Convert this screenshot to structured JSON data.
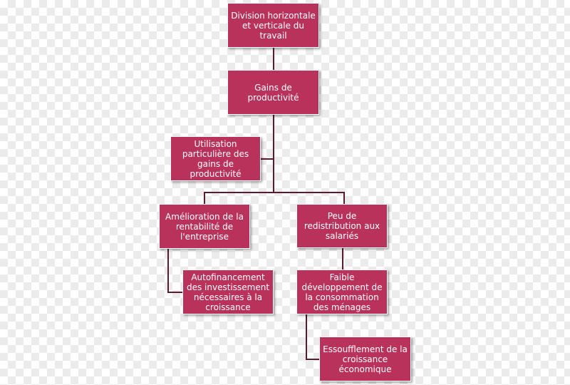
{
  "diagram": {
    "box_color": "#b8325c",
    "line_color": "#5a1a30",
    "nodes": {
      "division": "Division horizontale et verticale du travail",
      "gains": "Gains de productivité",
      "utilisation": "Utilisation particulière des gains de productivité",
      "amelioration": "Amélioration de la rentabilité de l'entreprise",
      "redistribution": "Peu de redistribution aux salariés",
      "autofinancement": "Autofinancement des investissement nécessaires à la croissance",
      "faible": "Faible développement de la consommation des ménages",
      "essoufflement": "Essoufflement de la croissance économique"
    }
  }
}
